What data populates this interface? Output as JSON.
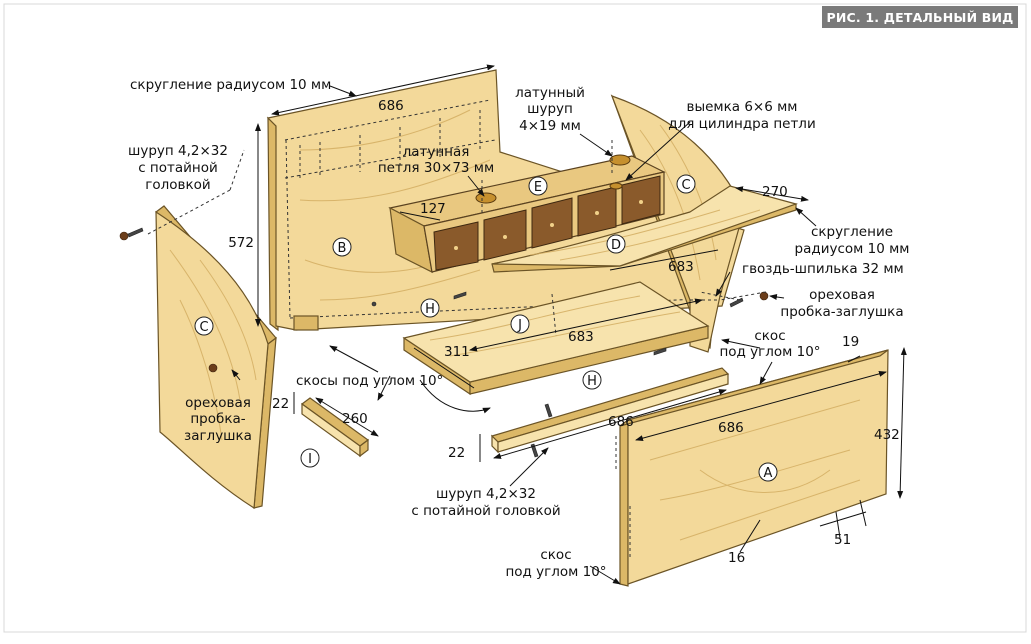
{
  "figure": {
    "title": "РИС. 1. ДЕТАЛЬНЫЙ ВИД",
    "title_bg": "#7a7a7a"
  },
  "parts": {
    "A": "A",
    "B": "B",
    "C_left": "C",
    "C_right": "C",
    "D": "D",
    "E": "E",
    "H_top": "H",
    "H_mid": "H",
    "I": "I",
    "J": "J"
  },
  "dimensions": {
    "back_width": "686",
    "back_height": "572",
    "drawer_127": "127",
    "lid_270": "270",
    "shelf_683_a": "683",
    "shelf_683_b": "683",
    "shelf_311": "311",
    "rail_686": "686",
    "rail_22": "22",
    "cleat_22": "22",
    "cleat_260": "260",
    "front_686": "686",
    "front_432": "432",
    "front_19": "19",
    "front_16": "16",
    "front_51": "51"
  },
  "annotations": {
    "radius_top": "скругление радиусом 10 мм",
    "brass_screw_1": "латунный",
    "brass_screw_2": "шуруп",
    "brass_screw_3": "4×19 мм",
    "notch_1": "выемка 6×6 мм",
    "notch_2": "для цилиндра петли",
    "screw_left_1": "шуруп 4,2×32",
    "screw_left_2": "с потайной",
    "screw_left_3": "головкой",
    "hinge_1": "латунная",
    "hinge_2": "петля 30×73 мм",
    "radius_right_1": "скругление",
    "radius_right_2": "радиусом 10 мм",
    "nail": "гвоздь-шпилька 32 мм",
    "walnut_right_1": "ореховая",
    "walnut_right_2": "пробка-заглушка",
    "bevel_right_1": "скос",
    "bevel_right_2": "под углом 10°",
    "bevels_left": "скосы под углом 10°",
    "walnut_left_1": "ореховая",
    "walnut_left_2": "пробка-",
    "walnut_left_3": "заглушка",
    "screw_bottom_1": "шуруп 4,2×32",
    "screw_bottom_2": "с потайной головкой",
    "bevel_bottom_1": "скос",
    "bevel_bottom_2": "под углом 10°"
  }
}
